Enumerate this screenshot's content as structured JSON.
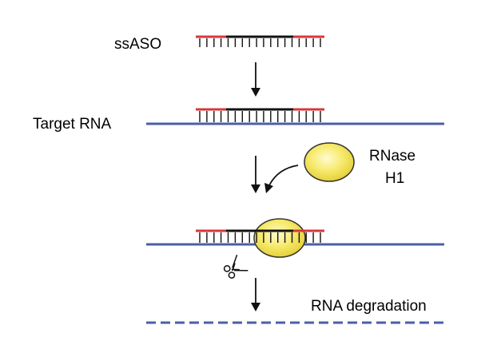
{
  "labels": {
    "ssaso": "ssASO",
    "target_rna": "Target RNA",
    "rnase_line1": "RNase",
    "rnase_line2": "H1",
    "degradation": "RNA degradation"
  },
  "colors": {
    "aso_wing": "#d8363b",
    "aso_gap": "#111111",
    "rna_strand": "#4a5fa8",
    "enzyme_fill": "#f6ea6c",
    "enzyme_stroke": "#333333",
    "arrow": "#111111"
  },
  "icons": {
    "scissors": "scissors-icon"
  }
}
